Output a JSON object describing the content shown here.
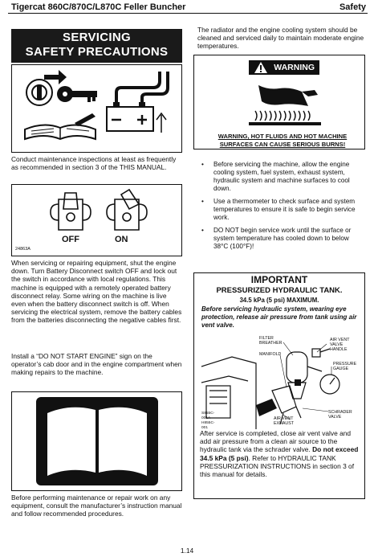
{
  "header": {
    "title": "Tigercat 860C/870C/L870C Feller Buncher",
    "section": "Safety"
  },
  "title_box": {
    "line1": "SERVICING",
    "line2": "SAFETY PRECAUTIONS"
  },
  "intro_right": "The radiator and the engine cooling system should be cleaned and serviced daily to maintain moderate engine temperatures.",
  "warning": {
    "label": "WARNING",
    "caption_line1": "WARNING, HOT FLUIDS AND HOT MACHINE",
    "caption_line2": "SURFACES CAN CAUSE SERIOUS BURNS!",
    "bullets": [
      "Before servicing the machine, allow the engine cooling system, fuel system, exhaust system, hydraulic system and machine surfaces to cool down.",
      "Use a thermometer to check surface and system temperatures to ensure it is safe to begin service work.",
      "DO NOT begin service work until the surface or system temperature has cooled down to below  38°C (100°F)!"
    ]
  },
  "left": {
    "para1": "Conduct maintenance inspections at least as frequently as recommended in section 3 of the THIS MANUAL.",
    "switch_off": "OFF",
    "switch_on": "ON",
    "switch_code": "24863A",
    "para2": "When servicing or repairing equipment, shut the engine down. Turn Battery Disconnect switch OFF and lock out  the switch in accordance with local regulations. This machine is equipped with a remotely operated battery disconnect relay. Some wiring on the machine is live even when the battery disconnect switch is off. When servicing the electrical system, remove the battery cables from the batteries disconnecting the negative cables first.",
    "para3": "Install a “DO NOT START ENGINE” sign on the operator’s cab door and in the engine compartment when making repairs to the machine.",
    "para4": "Before performing maintenance or repair work on any equipment, consult the manufacturer’s instruction manual and follow recommended procedures."
  },
  "important": {
    "heading": "IMPORTANT",
    "subheading": "PRESSURIZED HYDRAULIC TANK.",
    "pressure": "34.5 kPa (5 psi) MAXIMUM.",
    "instruction": "Before servicing hydraulic system, wearing eye protection,  release air pressure from tank using air vent valve.",
    "diagram_labels": {
      "filter_breather": "FILTER BREATHER",
      "manifold": "MANIFOLD",
      "air_vent_valve_handle": "AIR VENT VALVE HANDLE",
      "pressure_gauge": "PRESSURE GAUGE",
      "schrader_valve": "SCHRADER VALVE",
      "air_vent_exhaust": "AIR VENT EXHAUST",
      "code": "S855C-001A H855C-001"
    },
    "after_text_a": "After service is completed, close air vent valve and add air pressure from a clean air source to the hydraulic tank via the schrader valve.",
    "after_bold": "Do not exceed 34.5 kPa (5 psi)",
    "after_text_b": ". Refer to HYDRAULIC TANK PRESSURIZATION INSTRUCTIONS in section 3 of this manual for details."
  },
  "page_number": "1.14"
}
